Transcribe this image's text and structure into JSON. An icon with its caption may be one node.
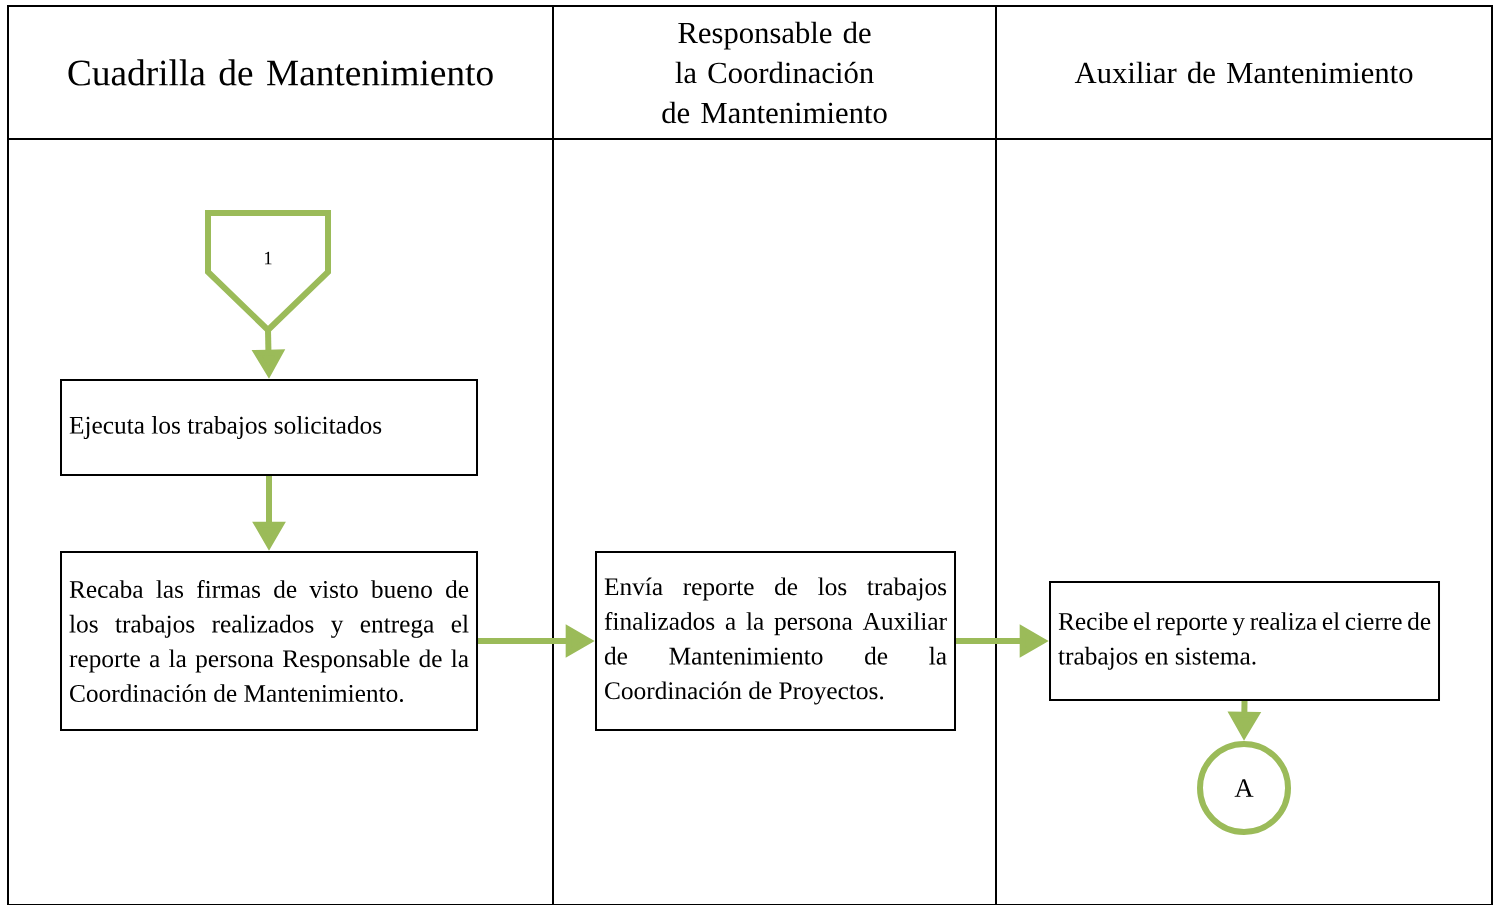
{
  "diagram": {
    "nodes": [
      {
        "text": [
          "Cuadrilla de Mantenimiento"
        ]
      },
      {
        "text": [
          "Responsable de la Coordinación de Mantenimiento"
        ]
      },
      {
        "text": [
          "Auxiliar de Mantenimiento"
        ]
      },
      {
        "text": [
          "1"
        ],
        "in": 0
      },
      {
        "text": [
          "Ejecuta los trabajos solicitados"
        ],
        "in": 0
      },
      {
        "text": [
          "Recaba las firmas de visto bueno de los trabajos realizados y entrega el reporte a la persona Responsable de la Coordinación de Mantenimiento."
        ],
        "in": 0
      },
      {
        "text": [
          "Envía reporte de los trabajos finalizados a la persona Auxiliar de Mantenimiento de la Coordinación de Proyectos."
        ],
        "in": 1
      },
      {
        "text": [
          "Recibe el reporte y realiza el cierre de trabajos en sistema."
        ],
        "in": 2
      },
      {
        "text": [
          "A"
        ],
        "in": 2
      }
    ],
    "edges": [
      {
        "from": 3,
        "to": 4,
        "arrow": "to"
      },
      {
        "from": 4,
        "to": 5,
        "arrow": "to"
      },
      {
        "from": 5,
        "to": 6,
        "arrow": "to"
      },
      {
        "from": 6,
        "to": 7,
        "arrow": "to"
      },
      {
        "from": 7,
        "to": 8,
        "arrow": "to"
      }
    ]
  }
}
